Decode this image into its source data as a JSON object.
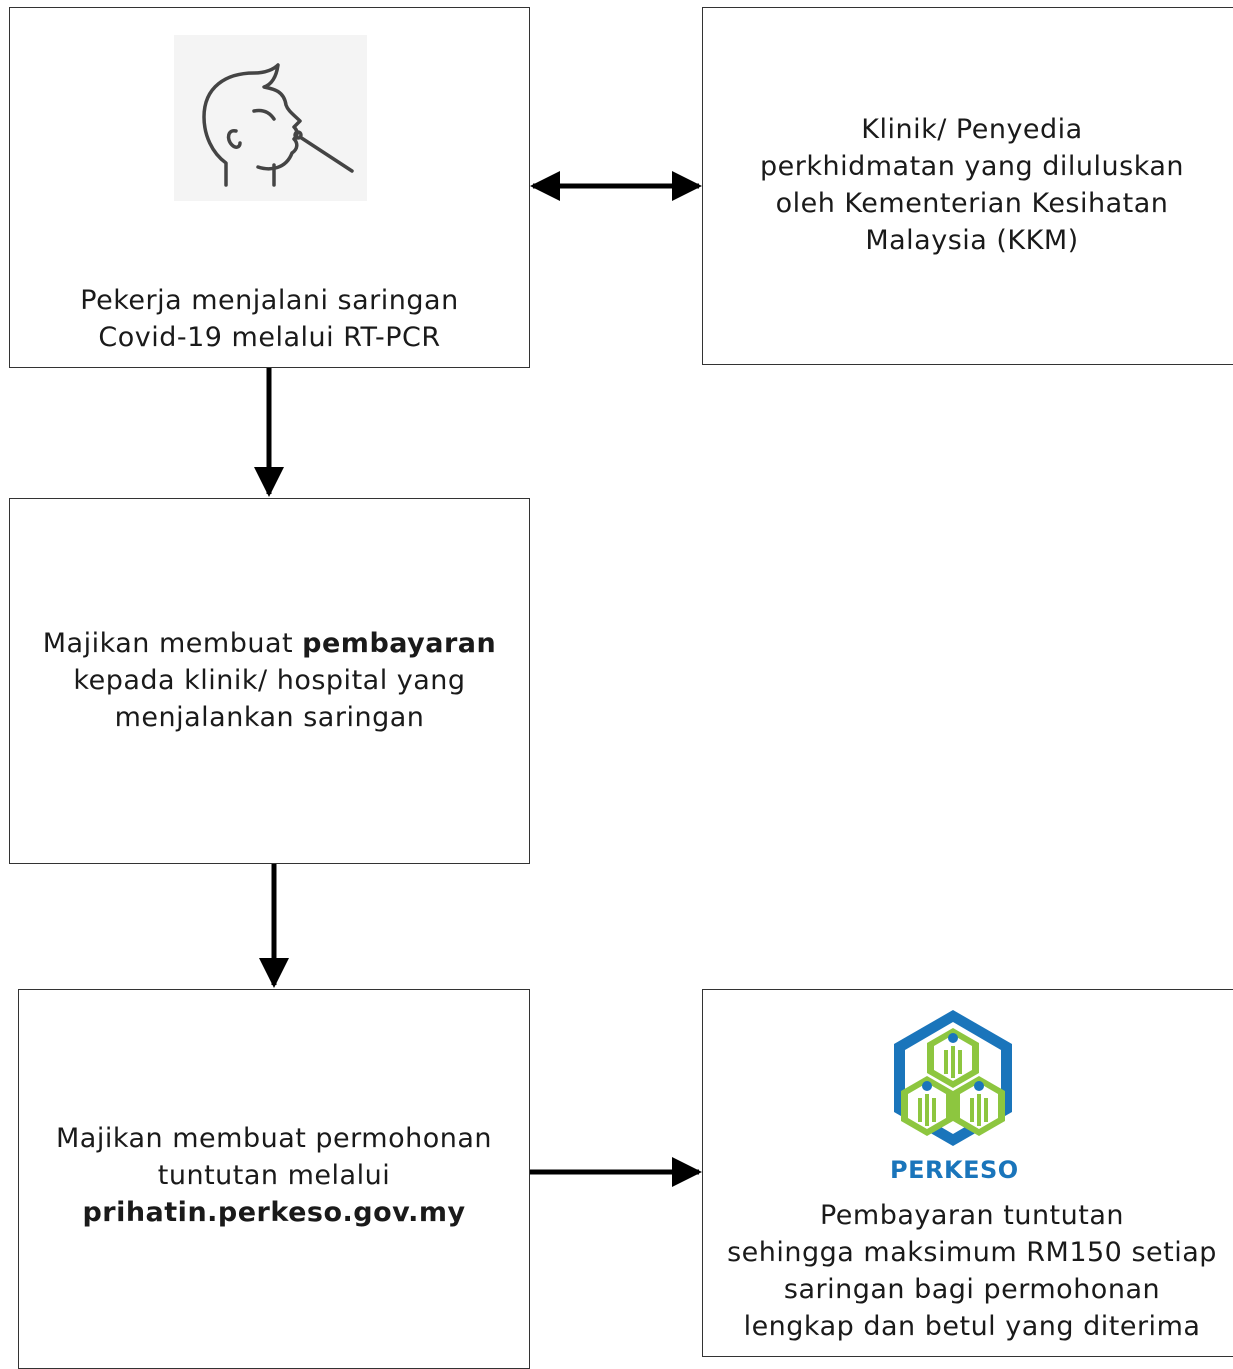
{
  "nodes": {
    "screening": {
      "lines": [
        "Pekerja menjalani saringan",
        "Covid-19 melalui RT-PCR"
      ],
      "icon": "person-swab-icon"
    },
    "clinic": {
      "lines": [
        "Klinik/ Penyedia",
        "perkhidmatan yang diluluskan",
        "oleh Kementerian Kesihatan",
        "Malaysia (KKM)"
      ]
    },
    "payment": {
      "line1_pre": "Majikan membuat ",
      "line1_bold": "pembayaran",
      "line2": "kepada klinik/ hospital yang",
      "line3": "menjalankan saringan"
    },
    "claim": {
      "line1": "Majikan membuat permohonan",
      "line2": "tuntutan melalui",
      "line3_bold": "prihatin.perkeso.gov.my"
    },
    "reimburse": {
      "logo_text": "PERKESO",
      "lines": [
        "Pembayaran tuntutan",
        "sehingga maksimum RM150 setiap",
        "saringan bagi permohonan",
        "lengkap dan betul yang diterima"
      ]
    }
  },
  "colors": {
    "logo_blue": "#1a75bb",
    "logo_green": "#8dc63f",
    "stroke": "#000000"
  }
}
